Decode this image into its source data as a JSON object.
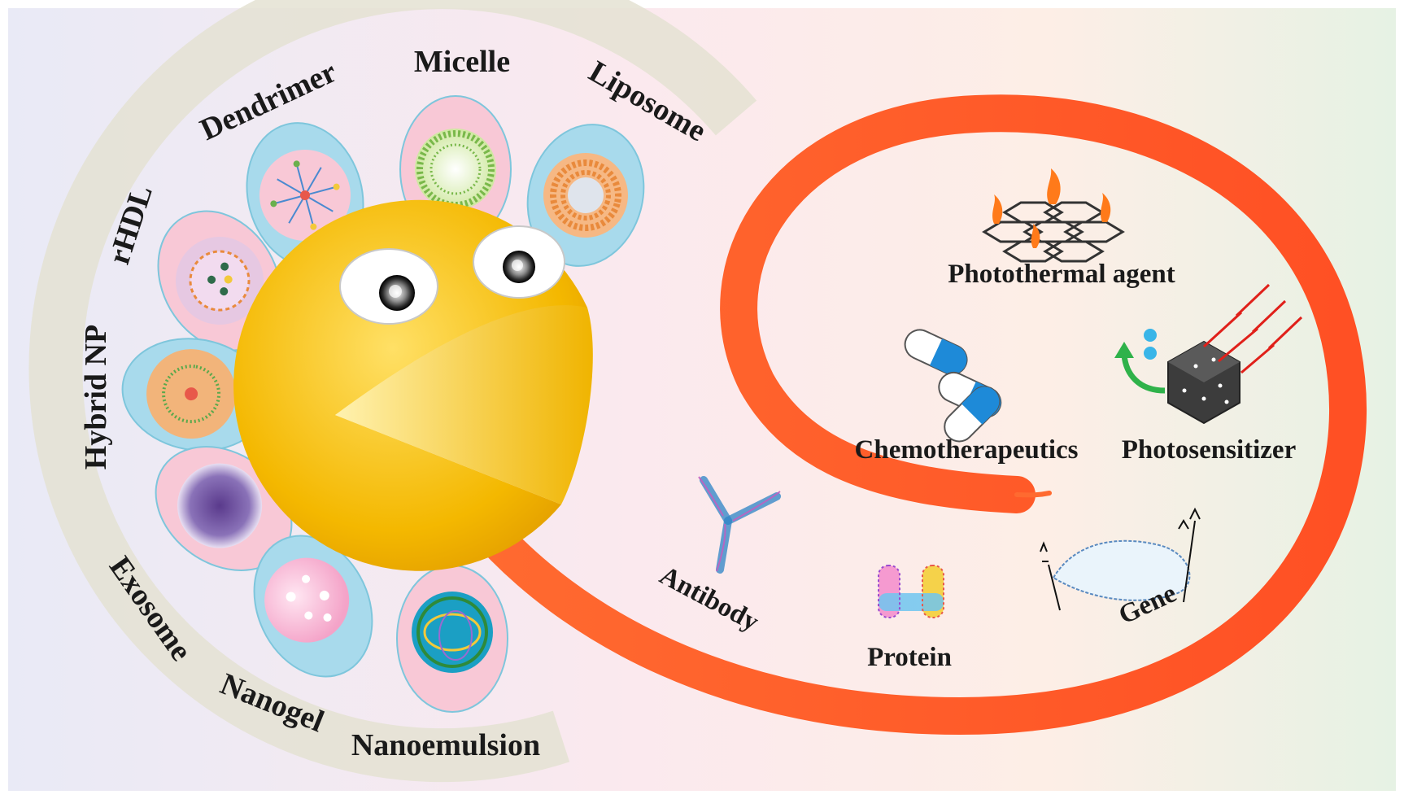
{
  "carrier_labels": {
    "micelle": "Micelle",
    "liposome": "Liposome",
    "dendrimer": "Dendrimer",
    "rhdl": "rHDL",
    "hybrid_np": "Hybrid NP",
    "exosome": "Exosome",
    "nanogel": "Nanogel",
    "nanoemulsion": "Nanoemulsion"
  },
  "cargo_labels": {
    "photothermal_agent": "Photothermal agent",
    "chemotherapeutics": "Chemotherapeutics",
    "photosensitizer": "Photosensitizer",
    "antibody": "Antibody",
    "protein": "Protein",
    "gene": "Gene"
  },
  "icons": [
    "micelle-icon",
    "liposome-icon",
    "dendrimer-icon",
    "rhdl-icon",
    "hybrid-np-icon",
    "exosome-icon",
    "nanogel-icon",
    "nanoemulsion-icon",
    "photothermal-agent-icon",
    "capsule-icon",
    "photosensitizer-icon",
    "antibody-icon",
    "protein-icon",
    "gene-icon",
    "pacman-mascot-icon"
  ],
  "colors": {
    "spiral": "#ff5a2a",
    "mascot": "#f2b705",
    "petal_pink": "#f8c8d6",
    "petal_blue": "#a8daec"
  }
}
